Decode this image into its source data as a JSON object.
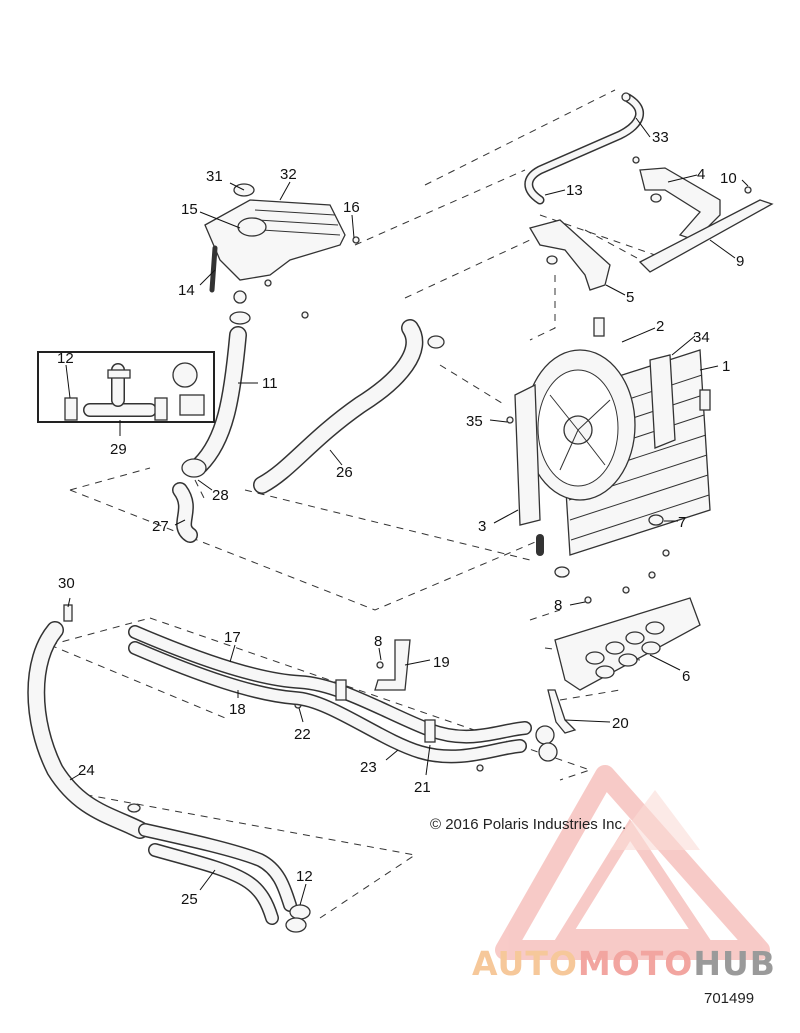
{
  "diagram": {
    "copyright": "© 2016 Polaris Industries Inc.",
    "drawing_number": "701499",
    "watermark": {
      "auto": "AUTO",
      "moto": "MOTO",
      "hub": "HUB"
    },
    "callouts": [
      "1",
      "2",
      "3",
      "4",
      "5",
      "6",
      "7",
      "8",
      "8",
      "9",
      "10",
      "11",
      "12",
      "12",
      "13",
      "14",
      "15",
      "16",
      "17",
      "18",
      "19",
      "20",
      "21",
      "22",
      "23",
      "24",
      "25",
      "26",
      "27",
      "28",
      "29",
      "30",
      "31",
      "32",
      "33",
      "34",
      "35"
    ]
  }
}
